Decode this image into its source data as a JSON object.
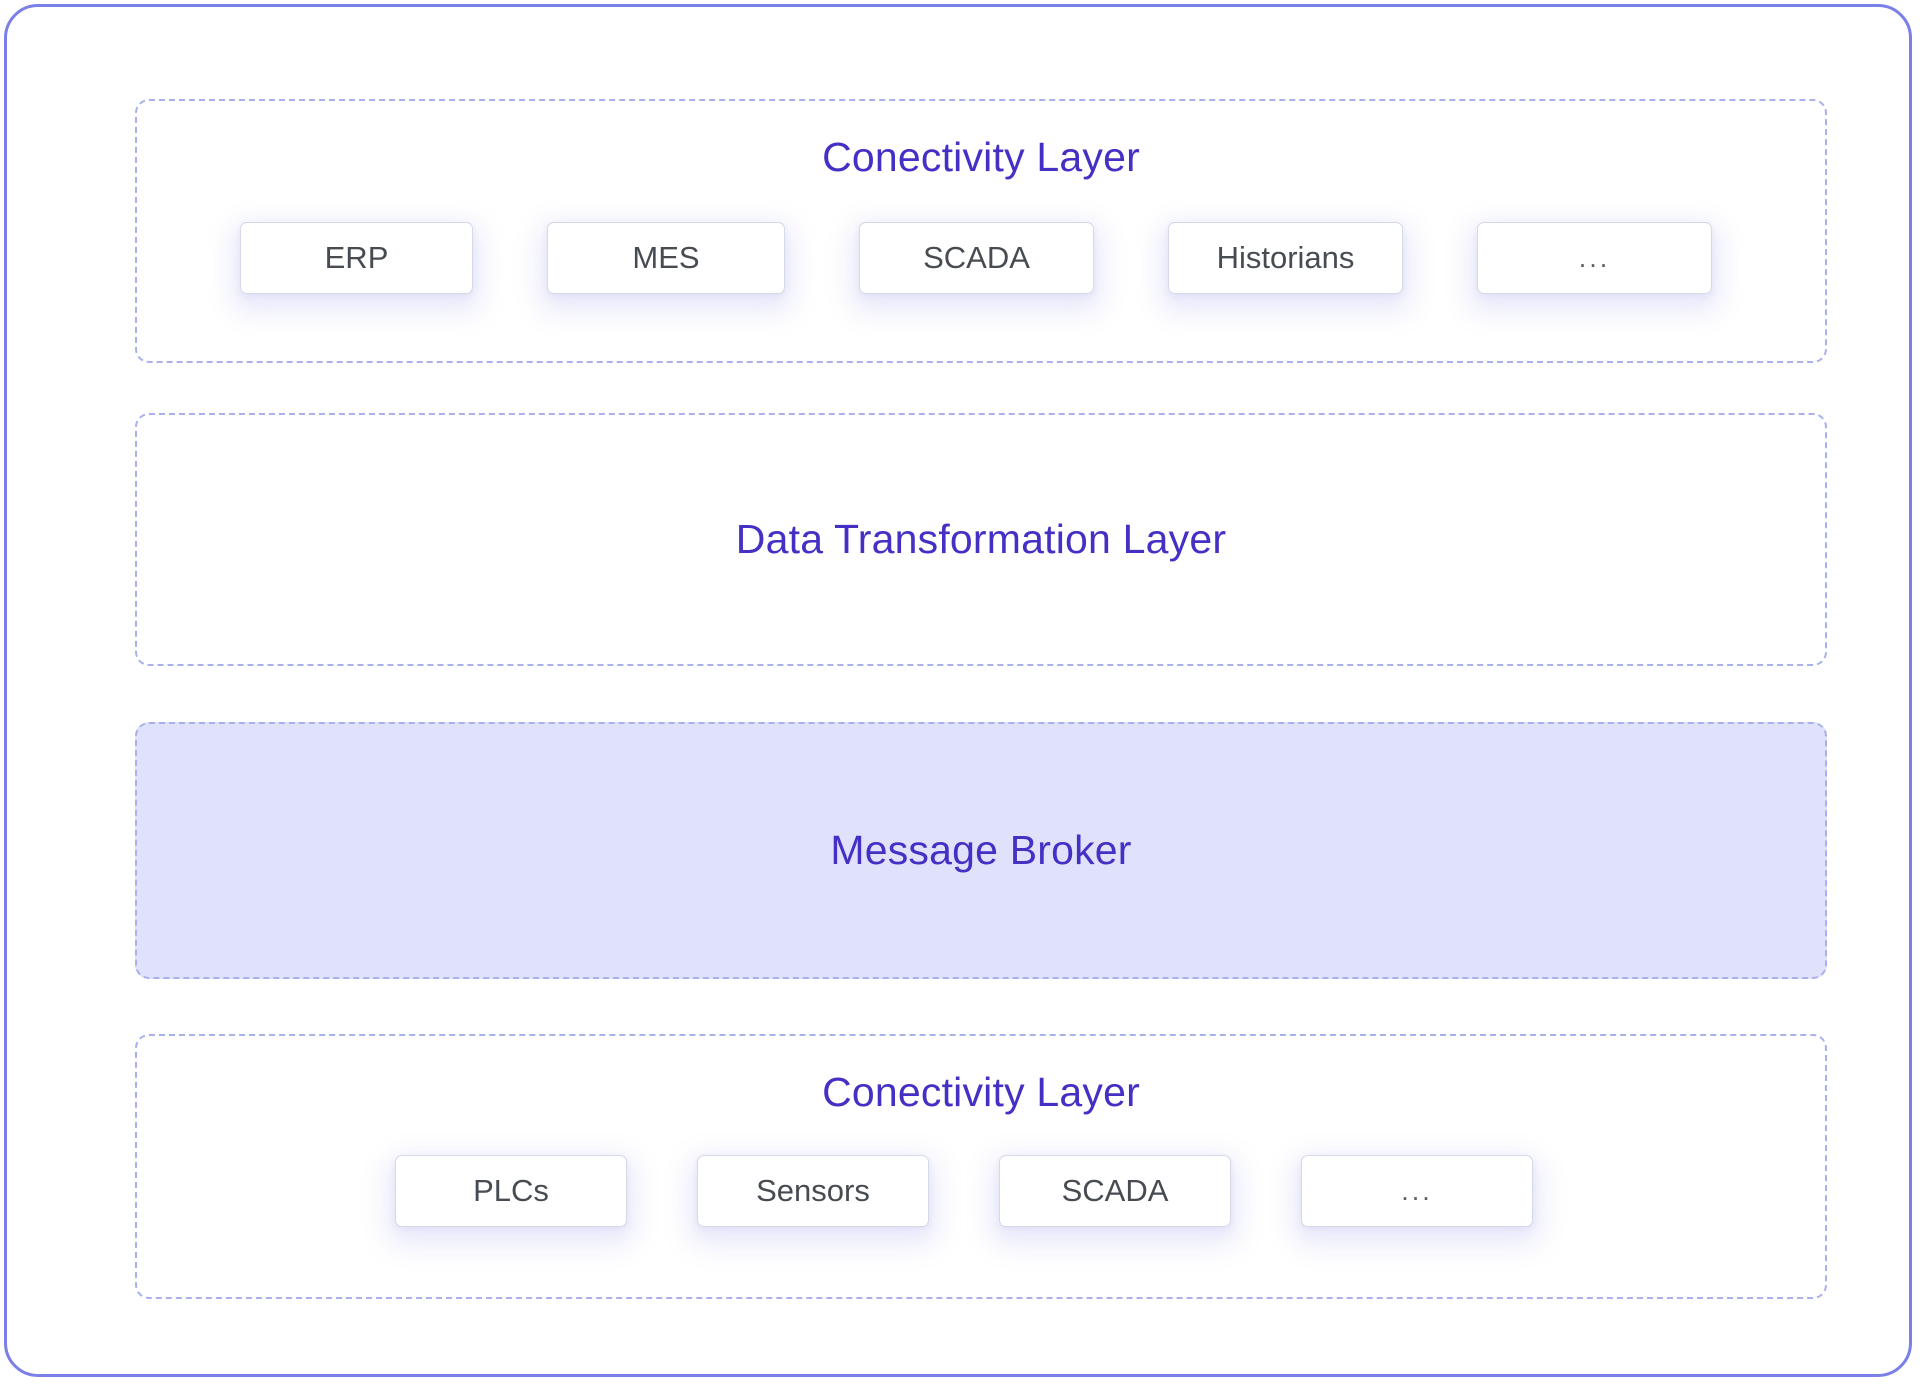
{
  "diagram": {
    "type": "layered-architecture",
    "frame_color": "#7b7fe8",
    "layer_border_color": "#a9b0ee",
    "title_color": "#4430c4",
    "highlight_fill": "#dfe2fa",
    "node_text_color": "#474b52",
    "layers": [
      {
        "id": "connectivity-top",
        "title": "Conectivity Layer",
        "highlighted": false,
        "nodes": [
          {
            "label": "ERP"
          },
          {
            "label": "MES"
          },
          {
            "label": "SCADA"
          },
          {
            "label": "Historians"
          },
          {
            "label": "..."
          }
        ]
      },
      {
        "id": "data-transformation",
        "title": "Data Transformation Layer",
        "highlighted": false,
        "nodes": []
      },
      {
        "id": "message-broker",
        "title": "Message Broker",
        "highlighted": true,
        "nodes": []
      },
      {
        "id": "connectivity-bottom",
        "title": "Conectivity Layer",
        "highlighted": false,
        "nodes": [
          {
            "label": "PLCs"
          },
          {
            "label": "Sensors"
          },
          {
            "label": "SCADA"
          },
          {
            "label": "..."
          }
        ]
      }
    ]
  }
}
